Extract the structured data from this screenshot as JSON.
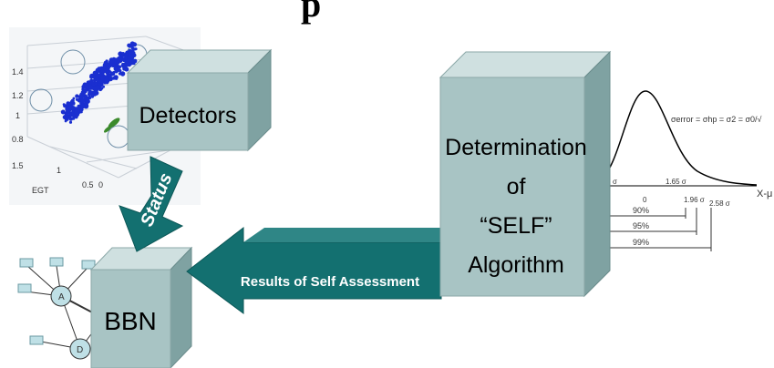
{
  "title": "p",
  "boxes": {
    "detectors": "Detectors",
    "bbn": "BBN",
    "self_line1": "Determination",
    "self_line2": "of",
    "self_line3": "“SELF”",
    "self_line4": "Algorithm"
  },
  "arrows": {
    "status": "Status",
    "results": "Results of Self Assessment"
  },
  "scatter_plot": {
    "y_ticks": [
      "1.4",
      "1.2",
      "1",
      "0.8",
      "1.5"
    ],
    "x_ticks": [
      "1",
      "0.5",
      "0"
    ],
    "x_label": "EGT",
    "point_color": "#1a2fd0"
  },
  "bell_curve": {
    "formula": "σerror = σhp = σ2 = σ0/√",
    "axis_ticks": [
      "σ",
      "0",
      "1.65 σ",
      "1.96 σ",
      "2.58 σ"
    ],
    "percentages": [
      "90%",
      "95%",
      "99%"
    ],
    "axis_label": "X-μ"
  },
  "graph_nodes": [
    "A",
    "D"
  ],
  "colors": {
    "box_front": "#a8c4c4",
    "box_top": "#cfe0e0",
    "box_side": "#7fa2a2",
    "arrow": "#137070"
  }
}
